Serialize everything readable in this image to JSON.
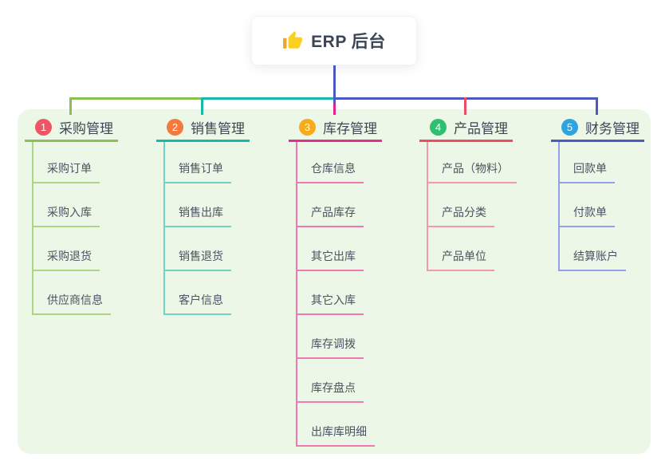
{
  "root": {
    "label": "ERP 后台",
    "icon": "thumbs-up-icon"
  },
  "branches": [
    {
      "num": "1",
      "label": "采购管理",
      "badge_color": "#ee5667",
      "line_color": "#8bc152",
      "child_line_color": "#abd483",
      "children": [
        "采购订单",
        "采购入库",
        "采购退货",
        "供应商信息"
      ]
    },
    {
      "num": "2",
      "label": "销售管理",
      "badge_color": "#f37a3e",
      "line_color": "#18b9a6",
      "child_line_color": "#70d2c3",
      "children": [
        "销售订单",
        "销售出库",
        "销售退货",
        "客户信息"
      ]
    },
    {
      "num": "3",
      "label": "库存管理",
      "badge_color": "#f8aa1e",
      "line_color": "#e2318d",
      "child_line_color": "#f278b2",
      "children": [
        "仓库信息",
        "产品库存",
        "其它出库",
        "其它入库",
        "库存调拨",
        "库存盘点",
        "出库库明细"
      ]
    },
    {
      "num": "4",
      "label": "产品管理",
      "badge_color": "#2fbf71",
      "line_color": "#eb4e67",
      "child_line_color": "#f59aa4",
      "children": [
        "产品（物料）",
        "产品分类",
        "产品单位"
      ]
    },
    {
      "num": "5",
      "label": "财务管理",
      "badge_color": "#2ca4dd",
      "line_color": "#4a59c3",
      "child_line_color": "#92a1e6",
      "children": [
        "回款单",
        "付款单",
        "结算账户"
      ]
    }
  ],
  "colors": {
    "panel_background": "#ecf7e7",
    "root_connector": "#4a59c3",
    "text": "#3d4757",
    "child_text": "#4a5462",
    "icon_yellow": "#fbd020",
    "icon_cuff": "#f0a32a"
  }
}
